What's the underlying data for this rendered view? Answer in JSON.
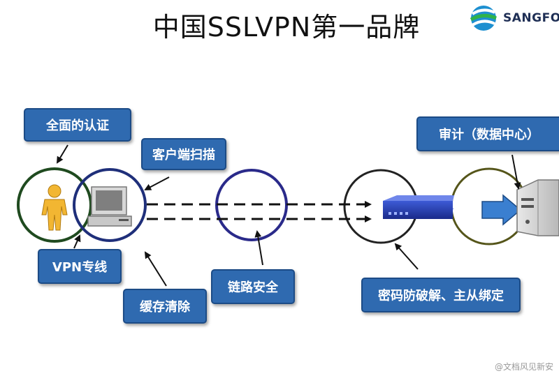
{
  "title": "中国SSLVPN第一品牌",
  "logo": {
    "text": "SANGFOR",
    "icon": "sangfor-globe-icon"
  },
  "labels": {
    "auth": "全面的认证",
    "scan": "客户端扫描",
    "vpn": "VPN专线",
    "cache": "缓存清除",
    "link": "链路安全",
    "password": "密码防破解、主从绑定",
    "audit": "审计（数据中心）"
  },
  "watermark": "@文档风见新安",
  "colors": {
    "label_bg": "#2f6ab0",
    "circle_user": "#1f4a1f",
    "circle_client": "#1f2f7a",
    "circle_link": "#2a2a8a",
    "circle_device": "#222222",
    "circle_audit": "#55551a",
    "arrow_fill": "#3a7fd0"
  }
}
